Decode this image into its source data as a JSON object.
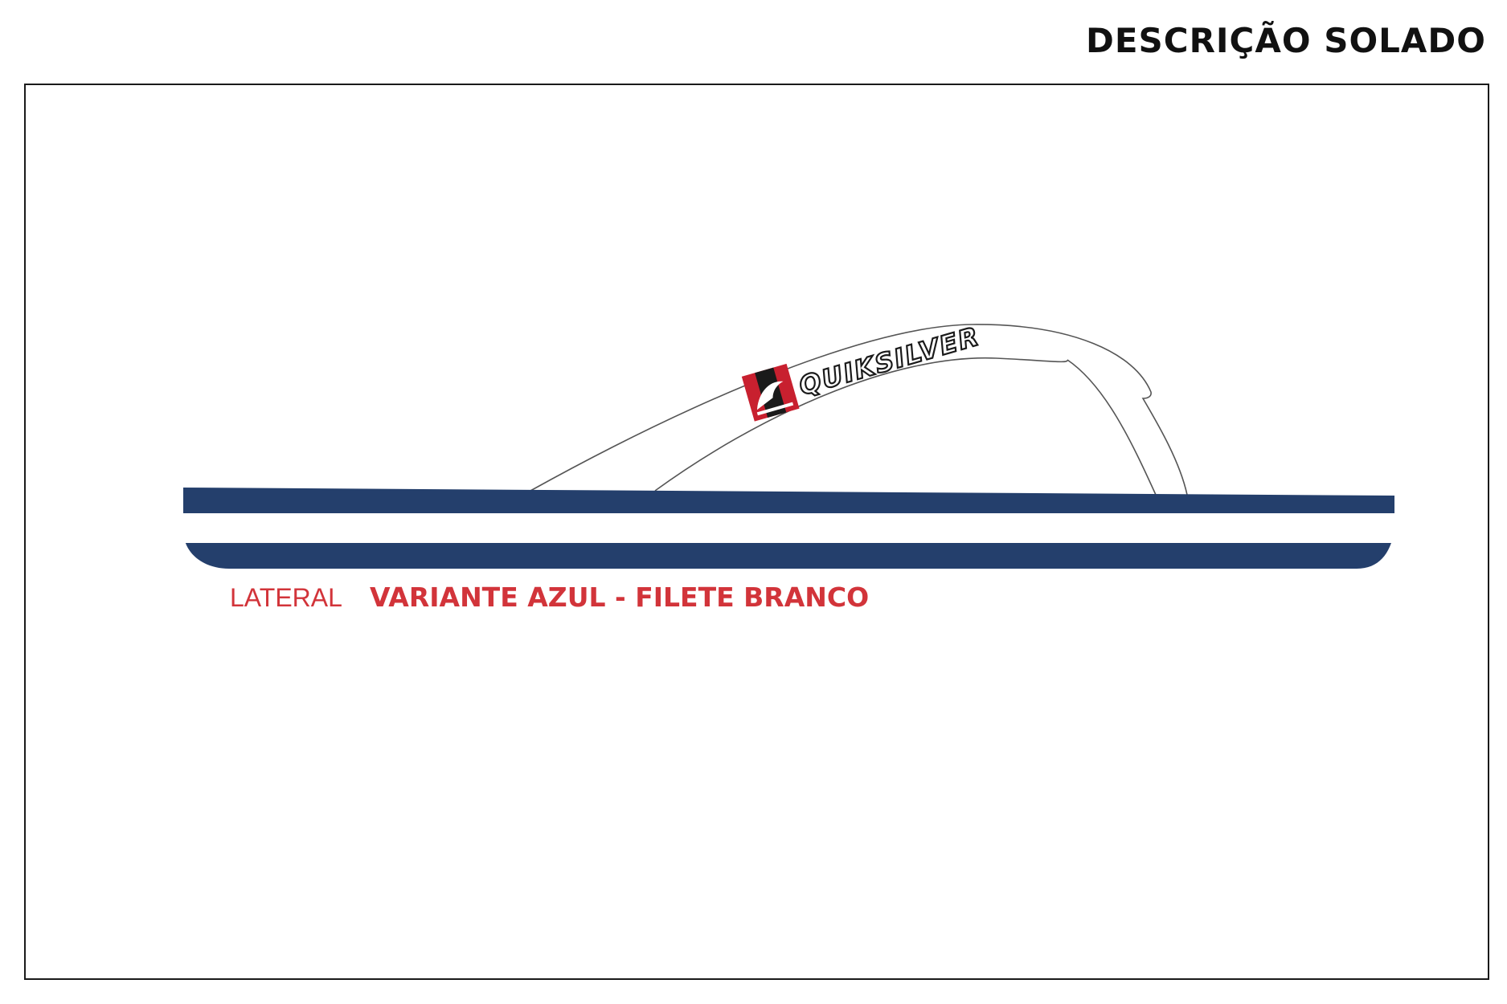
{
  "sheet": {
    "title": "DESCRIÇÃO SOLADO"
  },
  "labels": {
    "view": "LATERAL",
    "variant": "VARIANTE AZUL - FILETE BRANCO"
  },
  "logo": {
    "wordmark": "QUIKSILVER",
    "icon": "quiksilver-mountain-wave-icon"
  },
  "colors": {
    "sole_blue": "#243f6c",
    "sole_stripe": "#ffffff",
    "label_red": "#d2343a",
    "logo_red": "#c8202f",
    "logo_dark": "#1a1a1a",
    "outline": "#555555"
  }
}
